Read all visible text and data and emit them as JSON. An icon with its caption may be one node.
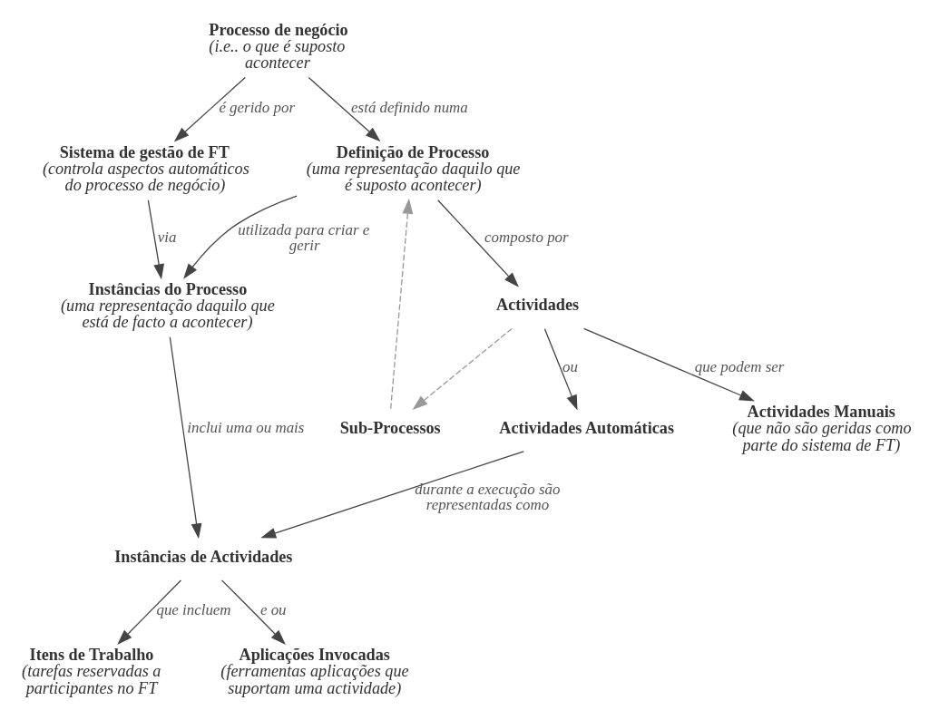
{
  "diagram": {
    "nodes": [
      {
        "text": [
          "Processo de negócio",
          "(i.e.. o que é suposto acontecer"
        ]
      },
      {
        "text": [
          "Definição de Processo",
          "(uma representação daquilo que é suposto acontecer)"
        ]
      },
      {
        "text": [
          "Sistema de gestão de FT",
          "(controla aspectos automáticos do processo de negócio)"
        ]
      },
      {
        "text": [
          "Sub-Processos"
        ]
      },
      {
        "text": [
          "Actividades"
        ]
      },
      {
        "text": [
          "Instâncias do Processo",
          "(uma representação daquilo que está de facto a acontecer)"
        ]
      },
      {
        "text": [
          "Actividades Manuais",
          "(que não são geridas como parte do sistema de FT)"
        ]
      },
      {
        "text": [
          "Actividades Automáticas"
        ]
      },
      {
        "text": [
          "Instâncias de Actividades"
        ]
      },
      {
        "text": [
          "Itens de Trabalho",
          "(tarefas reservadas a participantes no FT"
        ]
      },
      {
        "text": [
          "Aplicações Invocadas",
          "(ferramentas aplicações que suportam uma actividade)"
        ]
      }
    ],
    "edges": [
      {
        "from": 0,
        "to": 1,
        "arrow": "to",
        "label": "está definido numa"
      },
      {
        "from": 0,
        "to": 2,
        "arrow": "to",
        "label": "é gerido por"
      },
      {
        "from": 1,
        "to": 4,
        "arrow": "to",
        "label": "composto por"
      },
      {
        "from": 4,
        "to": 3,
        "arrow": "to",
        "style": "dashed",
        "color": "#999999"
      },
      {
        "from": 3,
        "to": 1,
        "arrow": "to",
        "style": "dashed",
        "color": "#999999"
      },
      {
        "from": 1,
        "to": 5,
        "arrow": "to",
        "label": "utilizada para criar e gerir"
      },
      {
        "from": 2,
        "to": 5,
        "arrow": "to",
        "label": "via"
      },
      {
        "from": 4,
        "to": 6,
        "arrow": "to",
        "label": "que podem ser"
      },
      {
        "from": 4,
        "to": 7,
        "arrow": "to",
        "label": "ou"
      },
      {
        "from": 7,
        "to": 8,
        "arrow": "to",
        "label": "durante a execução são representadas como"
      },
      {
        "from": 5,
        "to": 8,
        "arrow": "to",
        "label": "inclui uma ou mais"
      },
      {
        "from": 8,
        "to": 9,
        "arrow": "to",
        "label": "que incluem"
      },
      {
        "from": 8,
        "to": 10,
        "arrow": "to",
        "label": "e ou"
      }
    ]
  }
}
